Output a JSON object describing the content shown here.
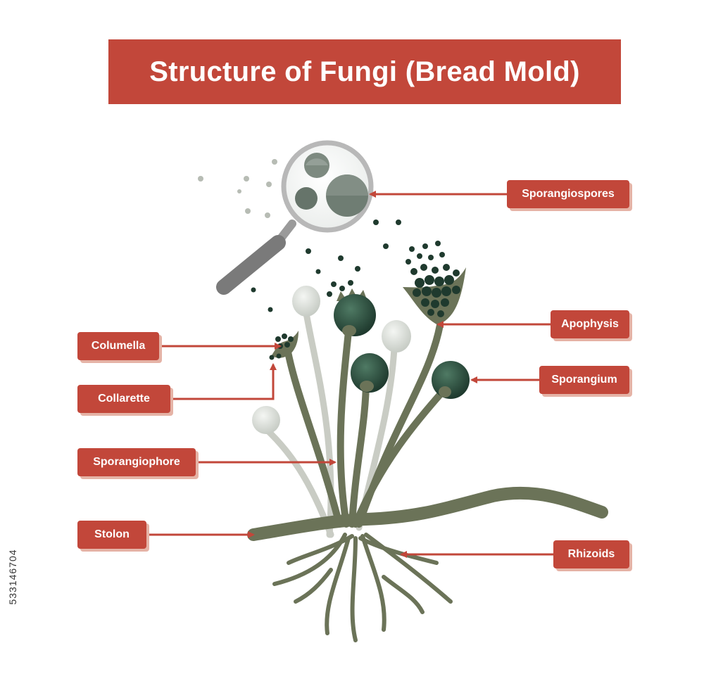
{
  "title": "Structure of Fungi (Bread Mold)",
  "labels": {
    "sporangiospores": "Sporangiospores",
    "apophysis": "Apophysis",
    "sporangium": "Sporangium",
    "columella": "Columella",
    "collarette": "Collarette",
    "sporangiophore": "Sporangiophore",
    "stolon": "Stolon",
    "rhizoids": "Rhizoids"
  },
  "stock_id": "533146704",
  "colors": {
    "banner": "#c2473a",
    "label_shadow": "#e5b3a6",
    "hyphae": "#6b7358",
    "sporangium": "#2f4d3f",
    "arrow": "#c2473a"
  }
}
